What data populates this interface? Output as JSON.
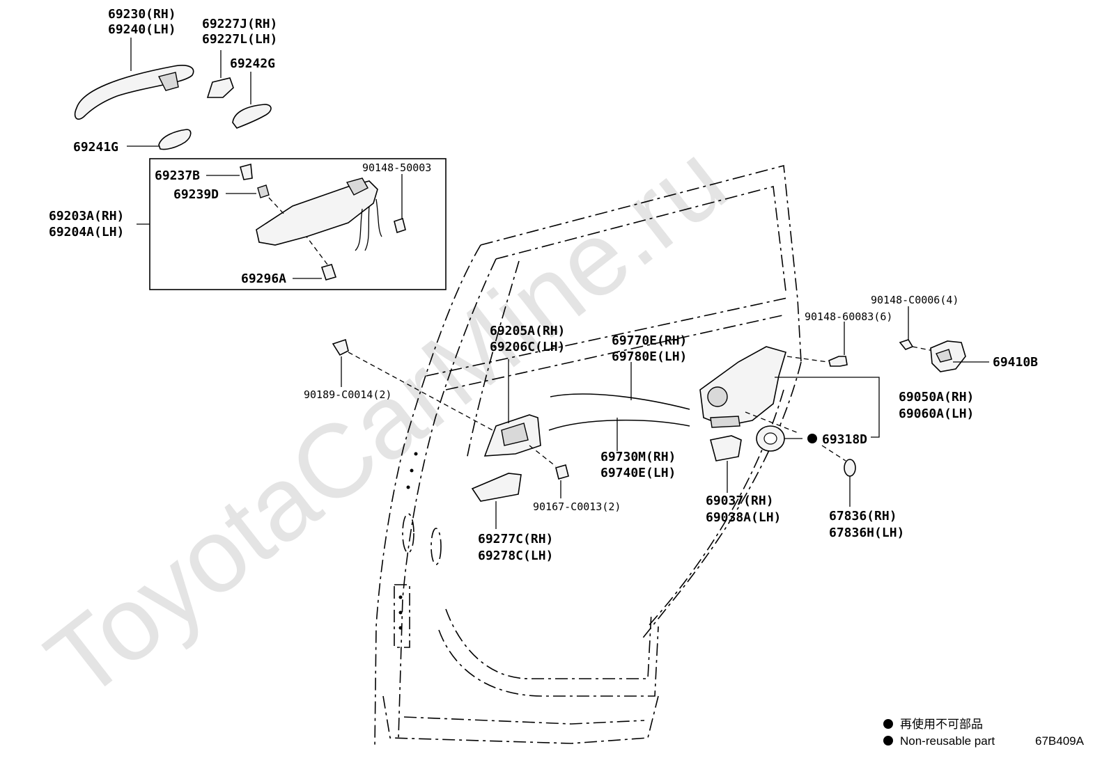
{
  "watermark": "ToyotaCarMine.ru",
  "diagram_code": "67B409A",
  "legend": [
    {
      "icon": "filled-circle",
      "text": "再使用不可部品"
    },
    {
      "icon": "filled-circle",
      "text": "Non-reusable part"
    }
  ],
  "labels": {
    "l69230": [
      "69230(RH)",
      "69240(LH)"
    ],
    "l69227": [
      "69227J(RH)",
      "69227L(LH)"
    ],
    "l69242": "69242G",
    "l69241": "69241G",
    "l69237": "69237B",
    "l69239": "69239D",
    "l90148_5": "90148-50003",
    "l69203": [
      "69203A(RH)",
      "69204A(LH)"
    ],
    "l69296": "69296A",
    "l90148_c": "90148-C0006(4)",
    "l90148_6": "90148-60083(6)",
    "l69410": "69410B",
    "l69205": [
      "69205A(RH)",
      "69206C(LH)"
    ],
    "l69770": [
      "69770E(RH)",
      "69780E(LH)"
    ],
    "l90189": "90189-C0014(2)",
    "l69050": [
      "69050A(RH)",
      "69060A(LH)"
    ],
    "l69318": "69318D",
    "l69730": [
      "69730M(RH)",
      "69740E(LH)"
    ],
    "l90167": "90167-C0013(2)",
    "l69037": [
      "69037(RH)",
      "69038A(LH)"
    ],
    "l67836": [
      "67836(RH)",
      "67836H(LH)"
    ],
    "l69277": [
      "69277C(RH)",
      "69278C(LH)"
    ]
  }
}
